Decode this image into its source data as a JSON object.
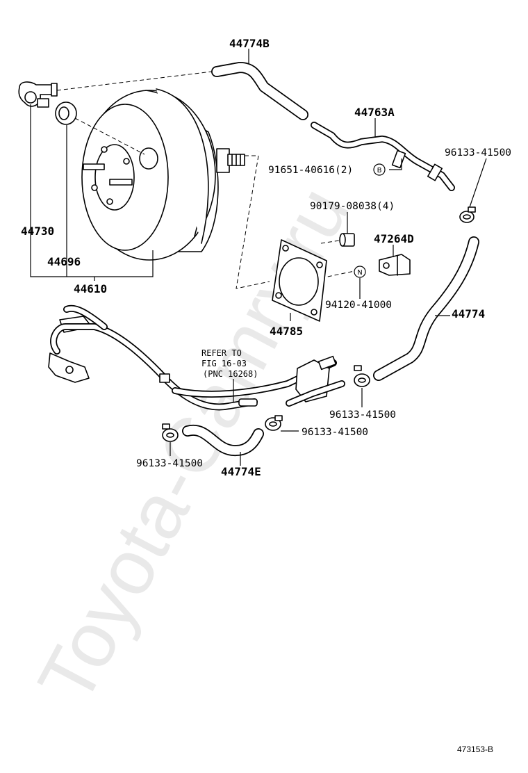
{
  "watermark": "Toyota-Camry.ru",
  "figure_ref": "473153-B",
  "labels": {
    "p44774B": "44774B",
    "p44763A": "44763A",
    "p96133_top": "96133-41500",
    "p91651": "91651-40616(2)",
    "sym_B": "B",
    "p90179": "90179-08038(4)",
    "p47264D": "47264D",
    "p94120": "94120-41000",
    "sym_N": "N",
    "p44785": "44785",
    "p44774": "44774",
    "p44730": "44730",
    "p44696": "44696",
    "p44610": "44610",
    "refer_line1": "REFER TO",
    "refer_line2": "FIG 16-03",
    "refer_line3": "(PNC 16268)",
    "p96133_mid": "96133-41500",
    "p96133_clamp": "96133-41500",
    "p96133_left": "96133-41500",
    "p44774E": "44774E"
  }
}
